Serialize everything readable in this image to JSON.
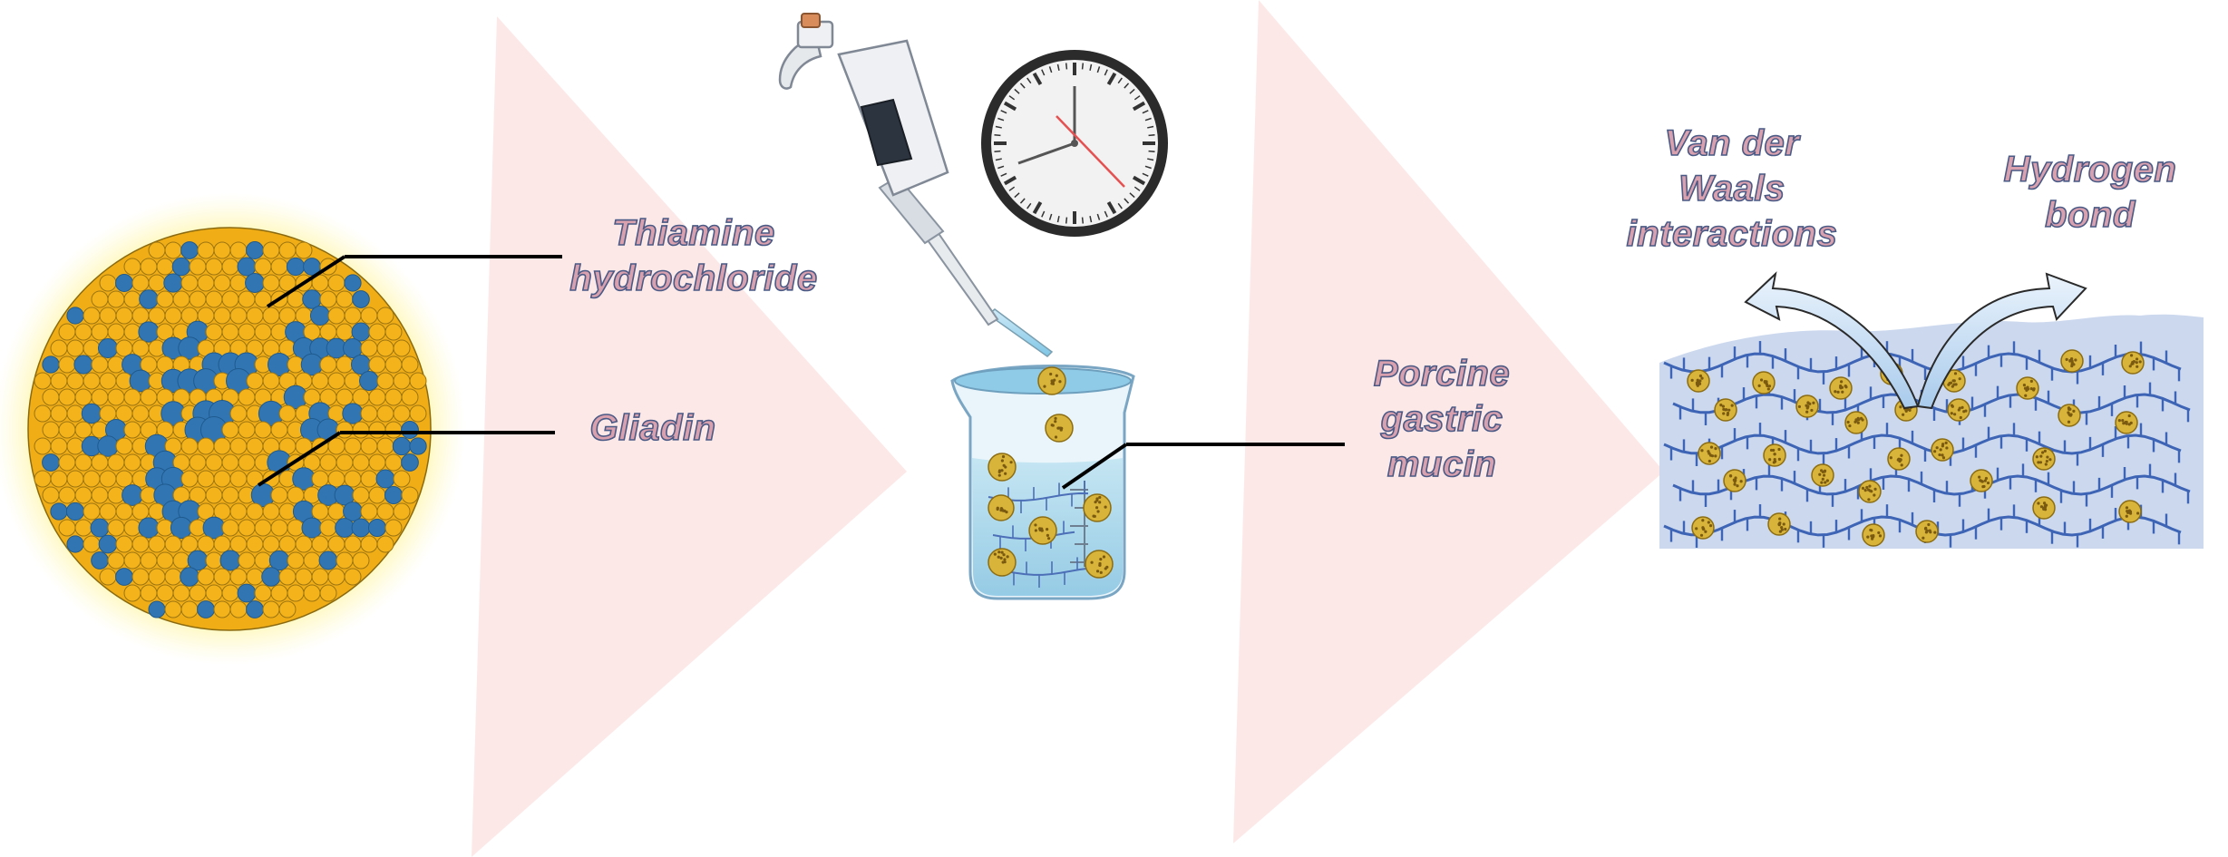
{
  "colors": {
    "arrow_bg": "#fde8e8",
    "gliadin_yellow": "#f4b31a",
    "gliadin_blue": "#3176b3",
    "label_fill": "#d9a0ad",
    "label_outline": "#4a5a86",
    "mucin_blue": "#3d64b5",
    "mucin_bg": "#cbd8ee"
  },
  "labels": {
    "thiamine": "Thiamine\nhydrochloride",
    "gliadin": "Gliadin",
    "mucin": "Porcine\ngastric\nmucin",
    "vdw": "Van der\nWaals\ninteractions",
    "hbond": "Hydrogen\nbond"
  },
  "icons": [
    "nanoparticle-icon",
    "pipette-icon",
    "clock-icon",
    "beaker-icon",
    "mucin-network-icon"
  ]
}
